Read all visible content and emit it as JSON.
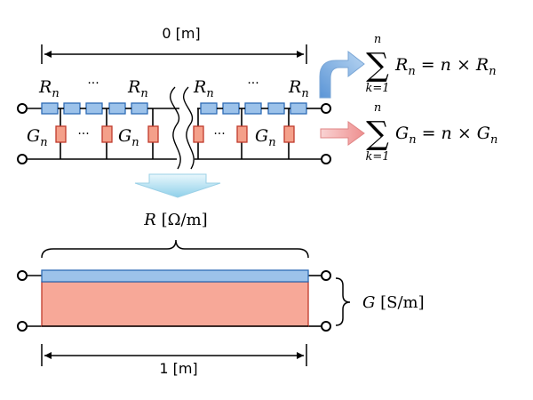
{
  "top": {
    "length_label": "0 [m]",
    "resistor_symbol": "R",
    "conductance_symbol": "G",
    "subscript": "n",
    "ellipsis": "···"
  },
  "formulas": {
    "r": {
      "upper": "n",
      "sigma": "∑",
      "lower": "k=1",
      "body": "R",
      "sub": "n",
      "eq": " = n × R",
      "sub2": "n"
    },
    "g": {
      "upper": "n",
      "sigma": "∑",
      "lower": "k=1",
      "body": "G",
      "sub": "n",
      "eq": " = n × G",
      "sub2": "n"
    }
  },
  "bottom": {
    "r_label_sym": "R",
    "r_label_unit": " [Ω/m]",
    "g_label_sym": "G",
    "g_label_unit": " [S/m]",
    "length_label": "1 [m]"
  },
  "colors": {
    "resistor_fill": "#9cc2ea",
    "resistor_stroke": "#2e6bb5",
    "conductance_fill": "#f4a08a",
    "conductance_stroke": "#c0392b",
    "arrow_blue": "#8fbde6",
    "arrow_red": "#f2aaa8",
    "arrow_down": "#a9dbee"
  }
}
